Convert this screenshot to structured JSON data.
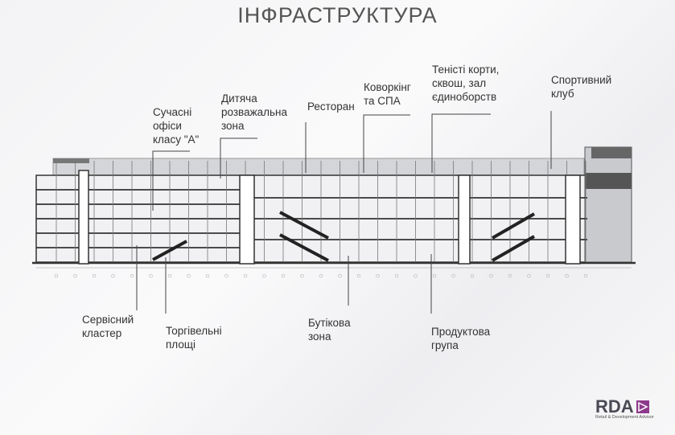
{
  "title": "ІНФРАСТРУКТУРА",
  "labels": {
    "offices": "Сучасні\nофіси\nкласу \"А\"",
    "kids": "Дитяча\nрозважальна\nзона",
    "restaurant": "Ресторан",
    "coworking": "Коворкінг\nта СПА",
    "tennis": "Теністі корти,\nсквош, зал\nєдиноборств",
    "sport": "Спортивний\nклуб",
    "service": "Сервісний\nкластер",
    "retail": "Торгівельні\nплощі",
    "boutique": "Бутікова\nзона",
    "grocery": "Продуктова\nгрупа"
  },
  "logo": {
    "name": "RDA",
    "tagline": "Retail & Development Advisor",
    "accent": "#8e3a8c"
  }
}
